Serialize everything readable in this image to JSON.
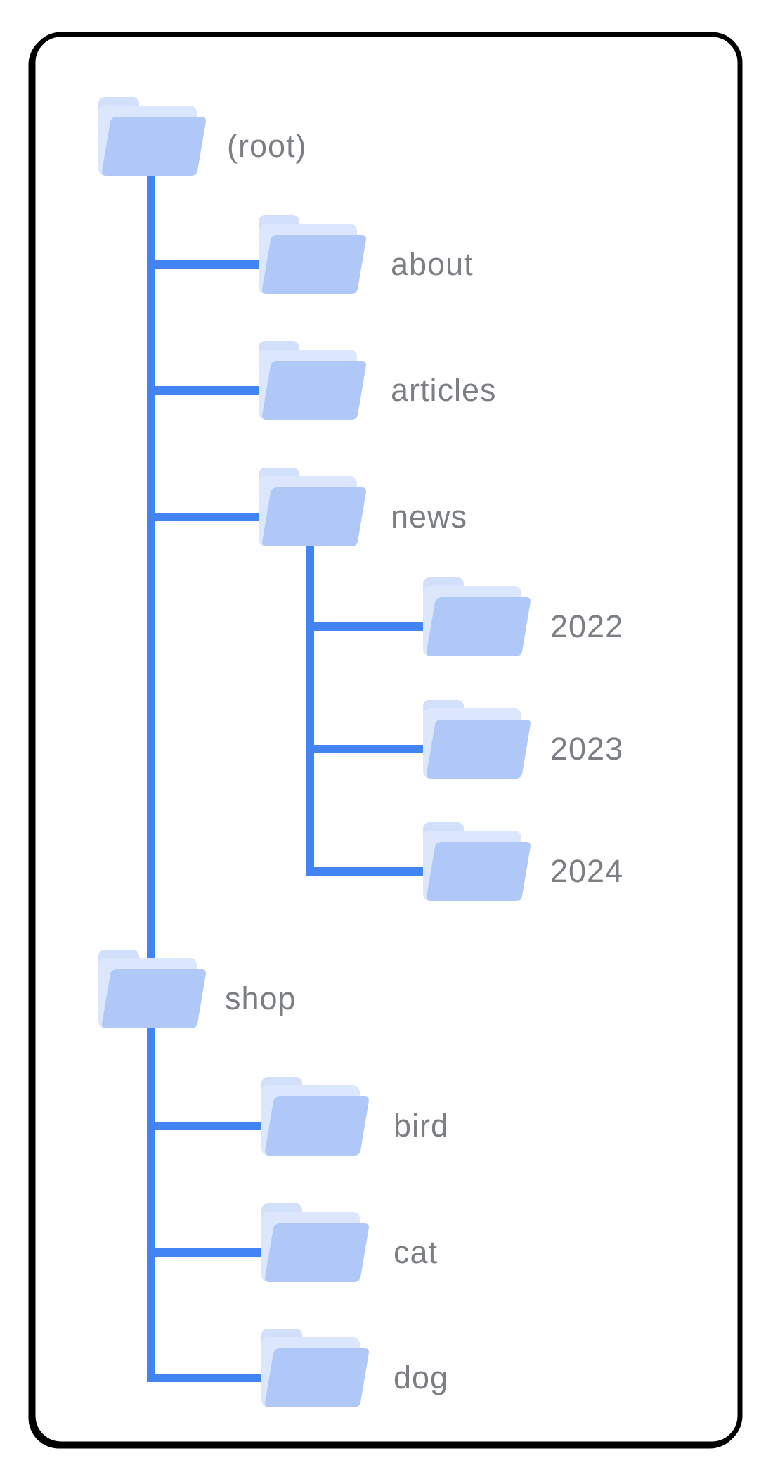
{
  "diagram": {
    "kind": "folder-tree",
    "tree": {
      "label": "(root)",
      "children": [
        {
          "label": "about",
          "children": []
        },
        {
          "label": "articles",
          "children": []
        },
        {
          "label": "news",
          "children": [
            {
              "label": "2022"
            },
            {
              "label": "2023"
            },
            {
              "label": "2024"
            }
          ]
        },
        {
          "label": "shop",
          "children": [
            {
              "label": "bird"
            },
            {
              "label": "cat"
            },
            {
              "label": "dog"
            }
          ]
        }
      ]
    }
  },
  "colors": {
    "connector": "#4284f4",
    "front": "#b0c8f8",
    "back": "#dce7fd",
    "tab": "#d3e0fb",
    "text": "#7b7e83",
    "border": "#000000",
    "bg": "#ffffff"
  }
}
